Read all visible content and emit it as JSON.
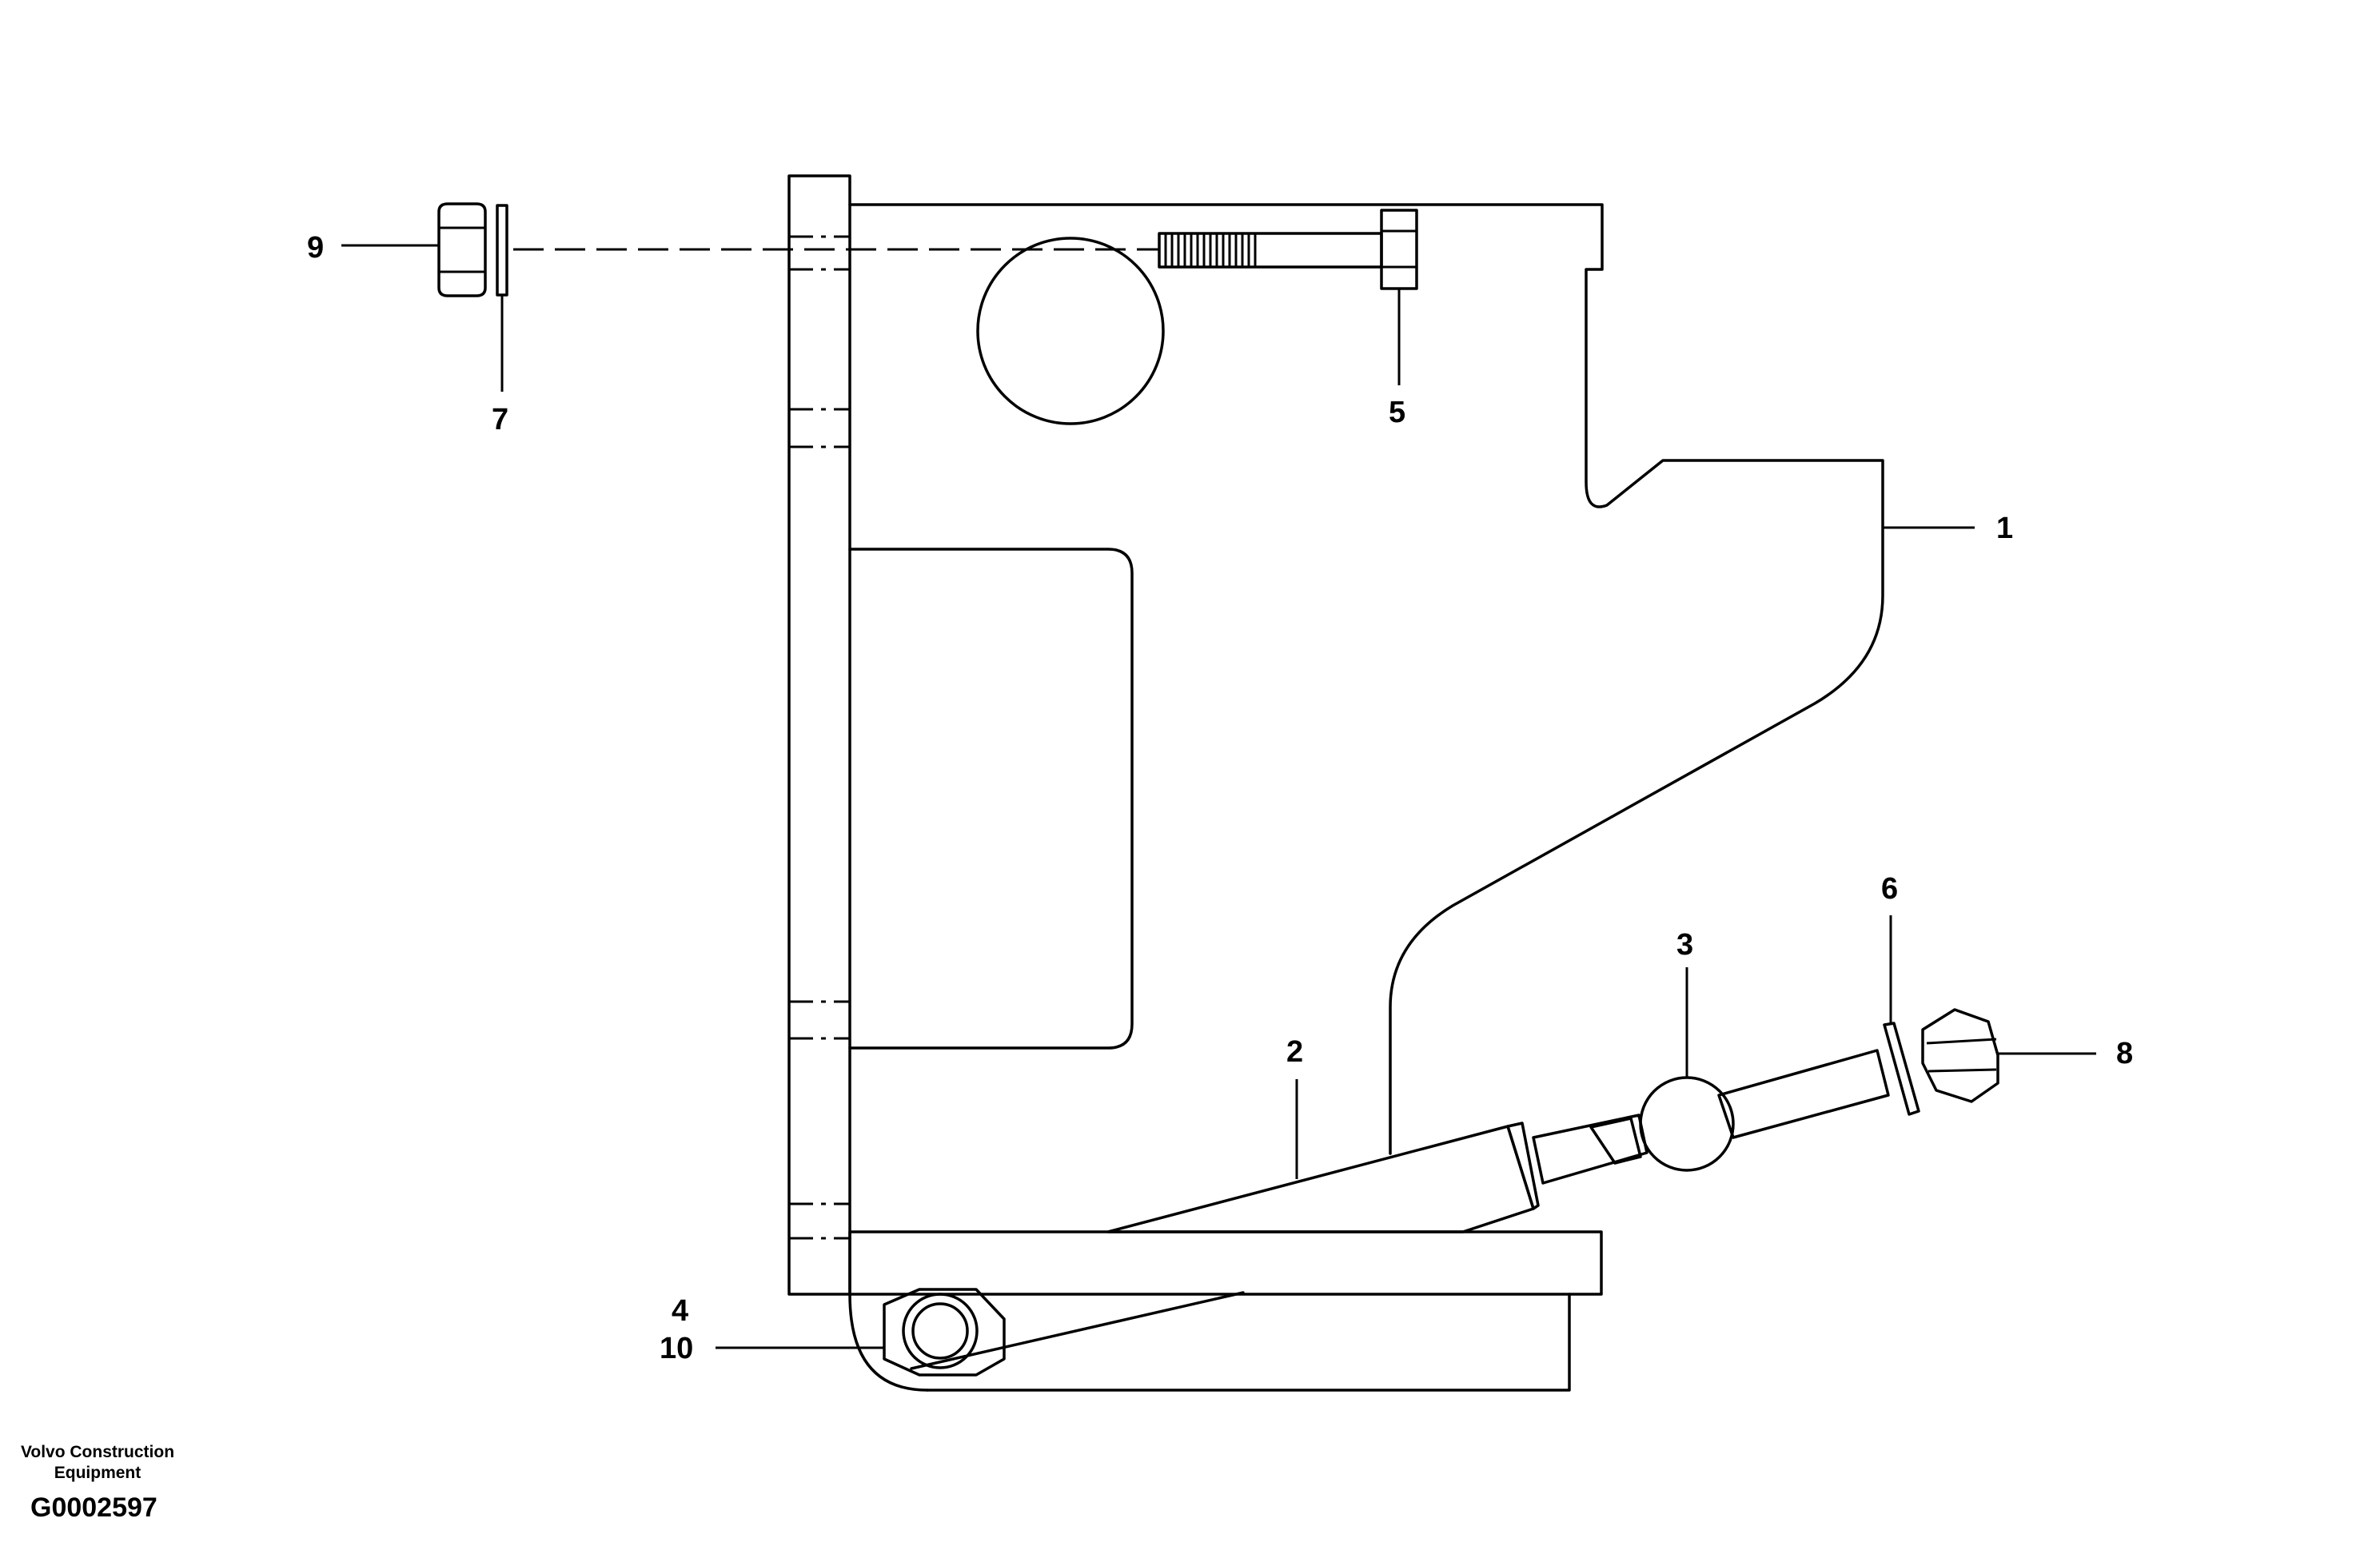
{
  "diagram": {
    "callouts": {
      "c1": "1",
      "c2": "2",
      "c3": "3",
      "c4": "4",
      "c5": "5",
      "c6": "6",
      "c7": "7",
      "c8": "8",
      "c9": "9",
      "c10": "10"
    },
    "footer": {
      "company_line1": "Volvo Construction",
      "company_line2": "Equipment",
      "code": "G0002597"
    }
  }
}
